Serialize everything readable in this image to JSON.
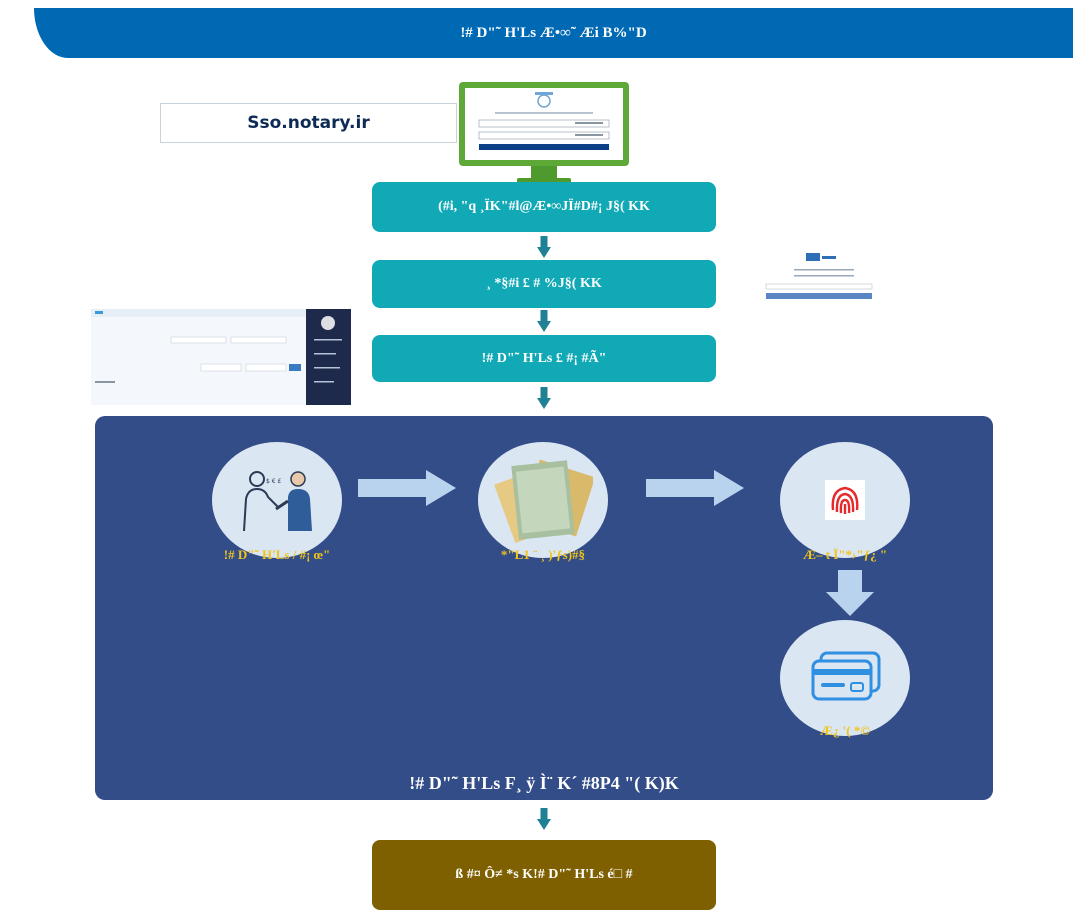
{
  "header": {
    "title": "!#  D\"˜  H'Ls  Æ•∞˜  Æi B%\"D"
  },
  "portal": {
    "url": "Sso.notary.ir"
  },
  "steps": [
    {
      "label": "(#i,  \"q  ¸ÏK\"#l@Æ•∞JÏ#D#¡  J§( KK"
    },
    {
      "label": "¸  *§#i £  #  %J§( KK"
    },
    {
      "label": "!#  D\"˜  H'Ls  £  #¡  #Ã\""
    }
  ],
  "process": {
    "items": [
      {
        "label": "!#  D\"˜  H'Ls  /    #¡  œ\"",
        "icon": "handshake-icon"
      },
      {
        "label": "*\"L1  ¨ ¸  )'ƒs)#§",
        "icon": "document-icon"
      },
      {
        "label": "Æ–  t Ï\"*›\"ƒ¿ \"",
        "icon": "fingerprint-icon"
      },
      {
        "label": "Æ¿ '( *©",
        "icon": "credit-card-icon"
      }
    ],
    "footer": "!#  D\"˜  H'Ls  F¸ ÿ Ì¨  K´  #8P4  \"( K)K"
  },
  "result": {
    "label": "ß  #¤  Ô≠ *s  K!#  D\"˜  H'Ls  é□ #"
  },
  "colors": {
    "header": "#0069b4",
    "step": "#10a9b5",
    "panel": "#334d89",
    "result": "#7f6000",
    "label_yellow": "#f0c419",
    "arrow_teal": "#1f8294",
    "arrow_light": "#b9d3ee"
  }
}
